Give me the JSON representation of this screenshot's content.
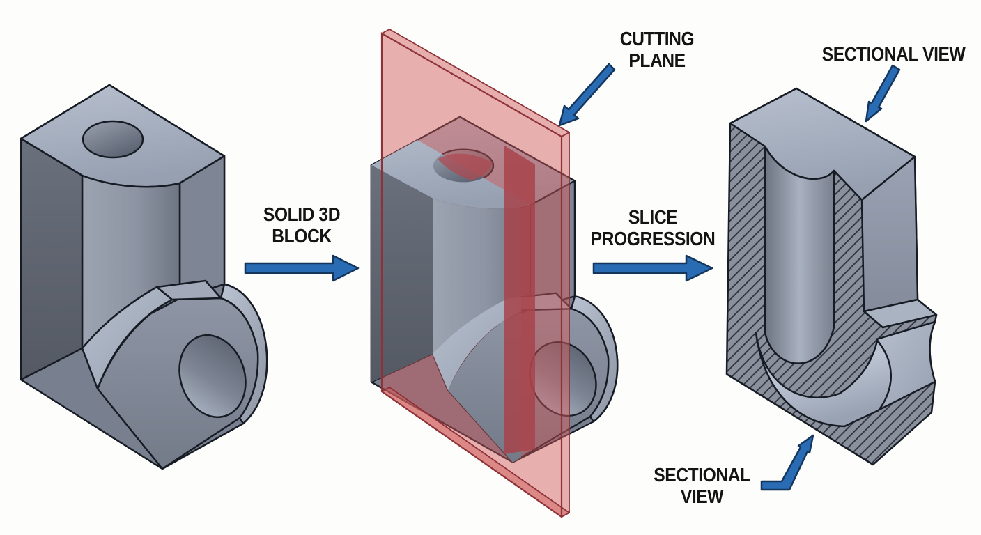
{
  "figure_labels": {
    "solid_block": {
      "line1": "SOLID 3D",
      "line2": "BLOCK"
    },
    "cutting_plane": {
      "line1": "CUTTING",
      "line2": "PLANE"
    },
    "slice_progression": {
      "line1": "SLICE",
      "line2": "PROGRESSION"
    },
    "sectional_view_top": {
      "line1": "SECTIONAL VIEW"
    },
    "sectional_view_bottom": {
      "line1": "SECTIONAL",
      "line2": "VIEW"
    }
  },
  "colors": {
    "background": "#fdfdfc",
    "arrow_fill": "#2a6cb4",
    "arrow_outline": "#14365c",
    "cutting_plane_fill": "#cd5456",
    "cutting_plane_edge": "#8e3238",
    "slice_highlight": "#a8434a",
    "block_edge": "#161b24",
    "block_top_face": "#aab3c3",
    "block_dark_face": "#5d636e",
    "hatch_line": "#2b303b",
    "label_text": "#141414"
  }
}
